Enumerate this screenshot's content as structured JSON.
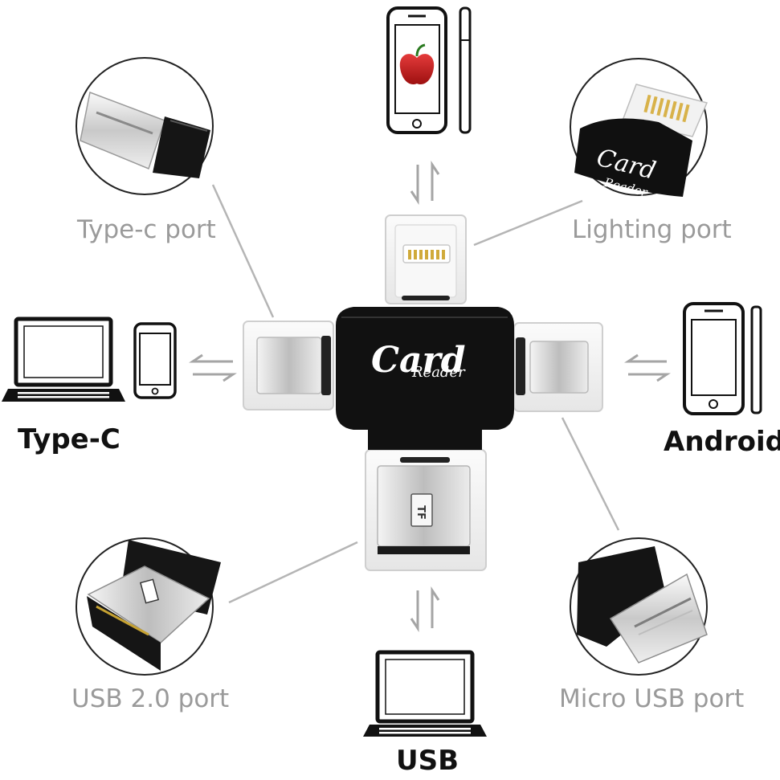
{
  "product": {
    "brand_top": "Card",
    "brand_bottom": "Reader",
    "slot_label": "TF"
  },
  "ports": {
    "typec": "Type-c port",
    "lightning": "Lighting port",
    "usb2": "USB 2.0 port",
    "microusb": "Micro USB port"
  },
  "devices": {
    "left": "Type-C",
    "right": "Android",
    "bottom": "USB"
  },
  "colors": {
    "port_label": "#9a9a9a",
    "device_label": "#111111",
    "reader_body": "#111111",
    "connector_clear": "#f2f2f2"
  }
}
